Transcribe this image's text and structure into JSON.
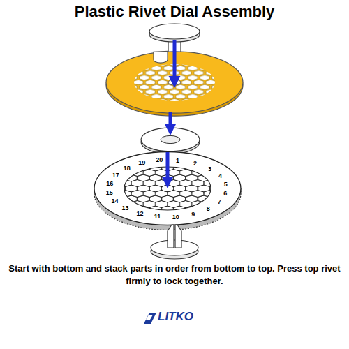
{
  "diagram": {
    "title": "Plastic Rivet Dial Assembly",
    "caption": "Start with bottom and stack parts in order from bottom to top. Press top rivet firmly to lock together.",
    "labels": [
      "1",
      "2",
      "3",
      "4",
      "5",
      "6",
      "7",
      "8",
      "9",
      "10",
      "11",
      "12",
      "13",
      "14",
      "15",
      "16",
      "17",
      "18",
      "19",
      "20",
      "LITKO"
    ]
  }
}
